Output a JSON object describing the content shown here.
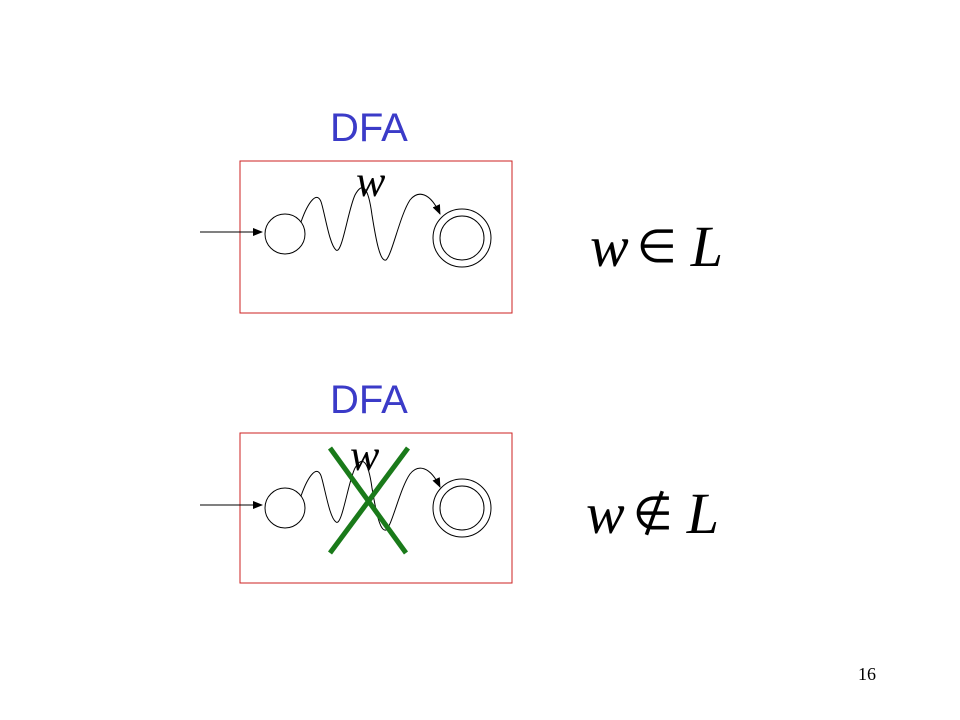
{
  "slide": {
    "page_number": "16",
    "top": {
      "title": "DFA",
      "path_label": "w",
      "statement": {
        "lhs": "w",
        "op": "∈",
        "rhs": "L"
      },
      "crossed_out": false
    },
    "bottom": {
      "title": "DFA",
      "path_label": "w",
      "statement": {
        "lhs": "w",
        "op": "∉",
        "rhs": "L"
      },
      "crossed_out": true
    }
  },
  "colors": {
    "title": "#3b3bc8",
    "box_border": "#cc2222",
    "cross": "#1a7a1a",
    "ink": "#000000"
  }
}
